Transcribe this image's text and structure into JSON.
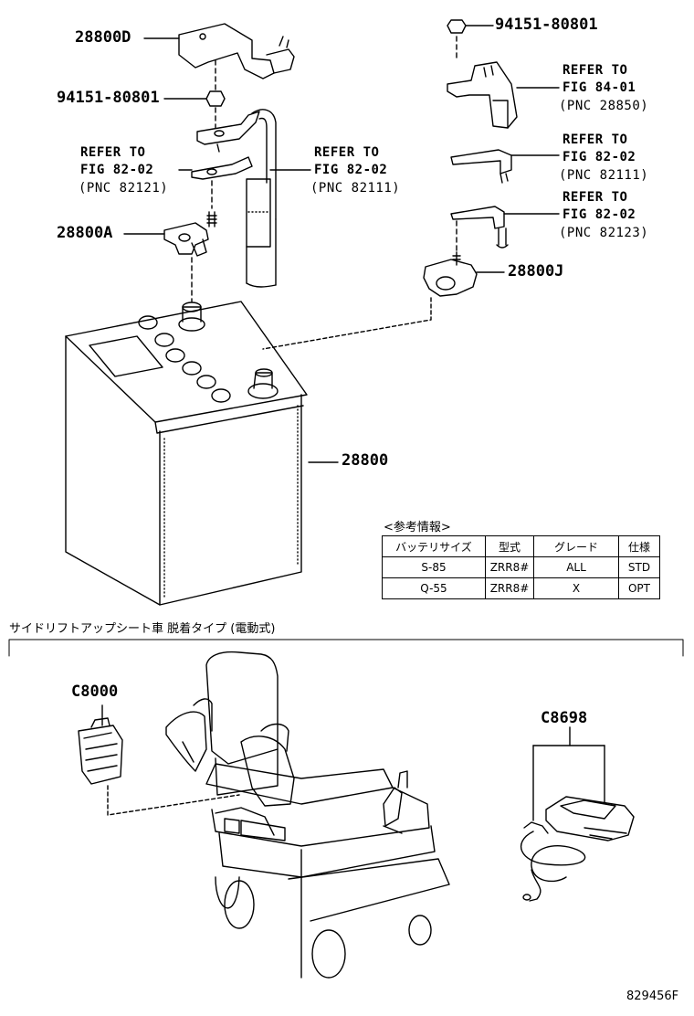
{
  "labels": {
    "p28800D": "28800D",
    "p94151a": "94151-80801",
    "p94151b": "94151-80801",
    "p28800A": "28800A",
    "p28800J": "28800J",
    "p28800": "28800",
    "pC8000": "C8000",
    "pC8698": "C8698"
  },
  "refs": [
    {
      "l1": "REFER TO",
      "l2": "FIG 82-02",
      "l3": "(PNC 82121)"
    },
    {
      "l1": "REFER TO",
      "l2": "FIG 82-02",
      "l3": "(PNC 82111)"
    },
    {
      "l1": "REFER TO",
      "l2": "FIG 84-01",
      "l3": "(PNC 28850)"
    },
    {
      "l1": "REFER TO",
      "l2": "FIG 82-02",
      "l3": "(PNC 82111)"
    },
    {
      "l1": "REFER TO",
      "l2": "FIG 82-02",
      "l3": "(PNC 82123)"
    }
  ],
  "info": {
    "title": "<参考情報>",
    "headers": [
      "バッテリサイズ",
      "型式",
      "グレード",
      "仕様"
    ],
    "rows": [
      [
        "S-85",
        "ZRR8#",
        "ALL",
        "STD"
      ],
      [
        "Q-55",
        "ZRR8#",
        "X",
        "OPT"
      ]
    ]
  },
  "section_title": "サイドリフトアップシート車 脱着タイプ (電動式)",
  "figure_id": "829456F"
}
